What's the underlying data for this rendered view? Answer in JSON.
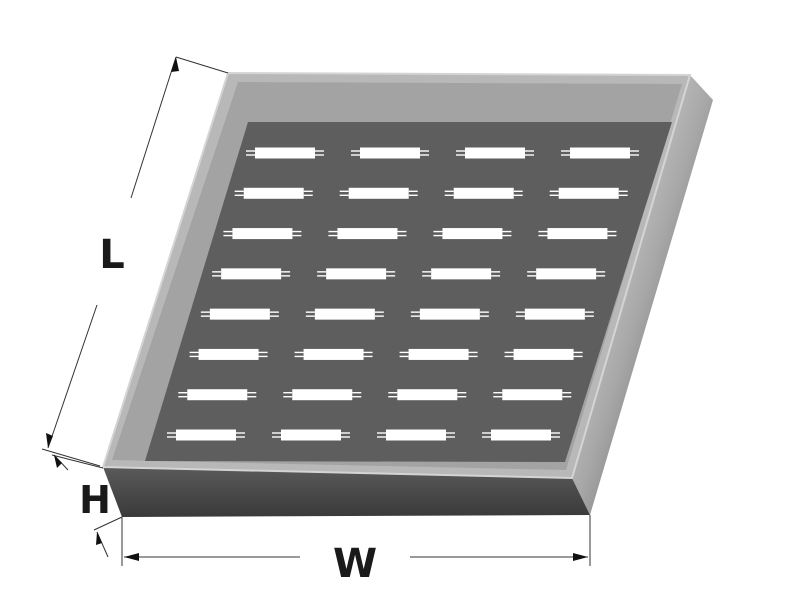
{
  "labels": {
    "length": "L",
    "height": "H",
    "width": "W"
  },
  "grid": {
    "rows": 8,
    "columns": 4
  },
  "colors": {
    "tray_rim_top": "#a8a8a8",
    "tray_inner_floor": "#5a5a5a",
    "tray_front_face": "#4a4a4a",
    "tray_right_face": "#9a9a9a",
    "tray_edge_highlight": "#d8d8d8",
    "tube_body": "#ffffff",
    "dimension_line": "#333333"
  },
  "components": {
    "item_type": "tube-with-pins"
  }
}
